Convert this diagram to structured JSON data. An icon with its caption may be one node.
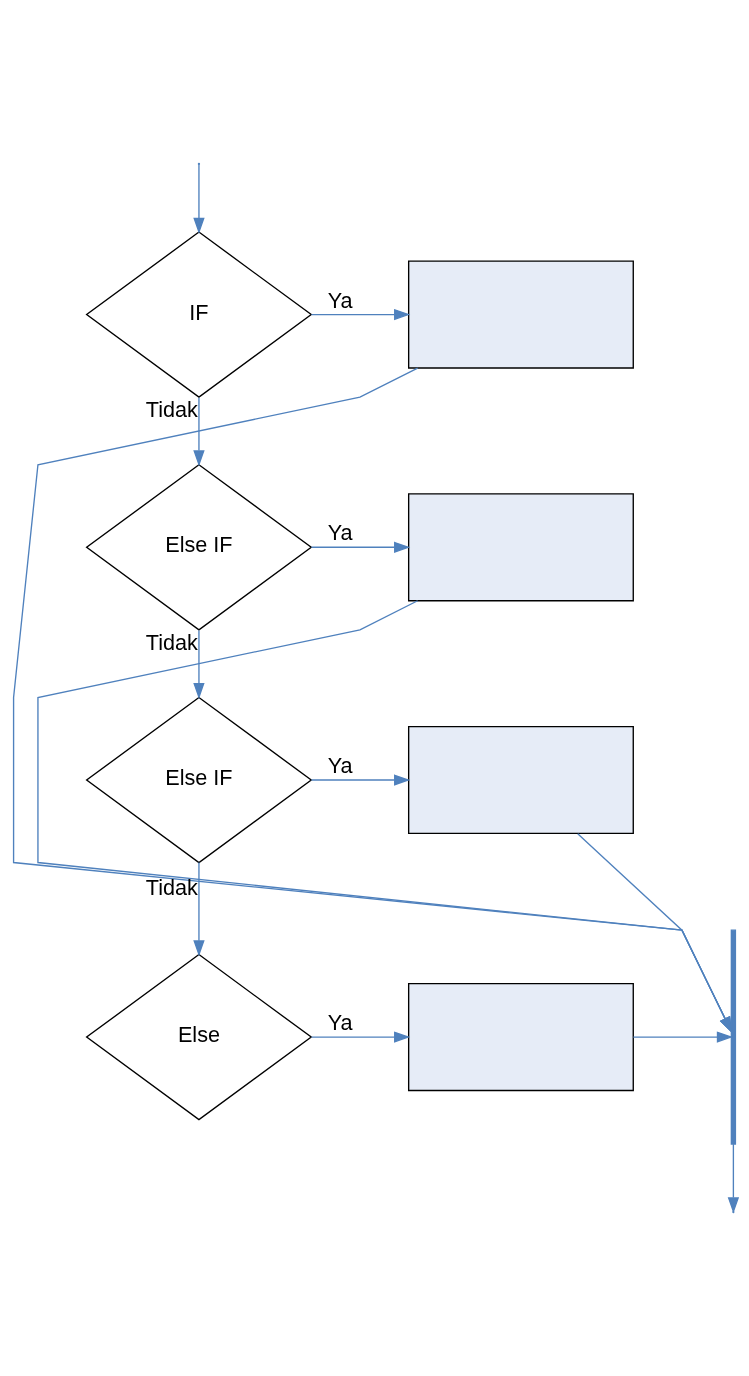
{
  "diagram": {
    "nodes": [
      {
        "text": [
          "IF"
        ]
      },
      {
        "text": [],
        "shape": "box"
      },
      {
        "text": [
          "Else IF"
        ]
      },
      {
        "text": [],
        "shape": "box"
      },
      {
        "text": [
          "Else IF"
        ]
      },
      {
        "text": [],
        "shape": "box"
      },
      {
        "text": [
          "Else"
        ]
      },
      {
        "text": [],
        "shape": "box"
      },
      {
        "text": [],
        "shape": "bar"
      }
    ],
    "edges": [
      {
        "from": null,
        "to": 0,
        "arrow": "to"
      },
      {
        "from": 0,
        "to": 1,
        "label": "Ya",
        "arrow": "to"
      },
      {
        "from": 0,
        "to": 2,
        "label": "Tidak",
        "arrow": "to"
      },
      {
        "from": 2,
        "to": 3,
        "label": "Ya",
        "arrow": "to"
      },
      {
        "from": 2,
        "to": 4,
        "label": "Tidak",
        "arrow": "to"
      },
      {
        "from": 4,
        "to": 5,
        "label": "Ya",
        "arrow": "to"
      },
      {
        "from": 4,
        "to": 6,
        "label": "Tidak",
        "arrow": "to"
      },
      {
        "from": 6,
        "to": 7,
        "label": "Ya",
        "arrow": "to"
      },
      {
        "from": 1,
        "to": 8,
        "arrow": "to"
      },
      {
        "from": 3,
        "to": 8,
        "arrow": "to"
      },
      {
        "from": 5,
        "to": 8,
        "arrow": "to"
      },
      {
        "from": 7,
        "to": 8,
        "arrow": "to"
      },
      {
        "from": 8,
        "to": null,
        "arrow": "to"
      }
    ]
  }
}
